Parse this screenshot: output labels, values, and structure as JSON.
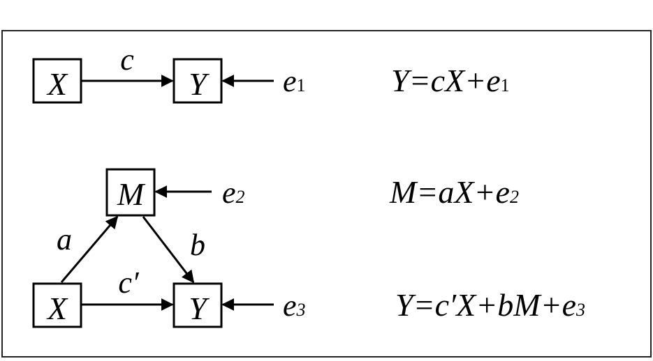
{
  "model1": {
    "x_label": "X",
    "y_label": "Y",
    "path_c": "c",
    "error": {
      "base": "e",
      "sub": "1"
    },
    "equation": {
      "lhs": "Y",
      "rhs": "=cX+e",
      "sub": "1"
    }
  },
  "model2": {
    "m_label": "M",
    "x_label": "X",
    "y_label": "Y",
    "path_a": "a",
    "path_b": "b",
    "path_c_prime": "c′",
    "error_m": {
      "base": "e",
      "sub": "2"
    },
    "error_y": {
      "base": "e",
      "sub": "3"
    },
    "equation_m": {
      "lhs": "M",
      "rhs": "=aX+e",
      "sub": "2"
    },
    "equation_y": {
      "lhs": "Y",
      "rhs": "=c′X+bM+e",
      "sub": "3"
    }
  },
  "colors": {
    "ink": "#000000",
    "frame": "#222222",
    "background": "#ffffff"
  }
}
